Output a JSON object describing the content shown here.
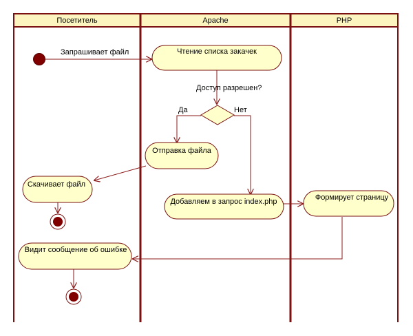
{
  "colors": {
    "lane_border": "#7a1010",
    "header_fill": "#fdf5c0",
    "node_fill": "#ffffcc",
    "node_stroke": "#7a1010",
    "edge": "#8b1a1a",
    "initial_fill": "#800000"
  },
  "lanes": [
    {
      "id": "visitor",
      "label": "Посетитель"
    },
    {
      "id": "apache",
      "label": "Apache"
    },
    {
      "id": "php",
      "label": "PHP"
    }
  ],
  "nodes": {
    "read_list": "Чтение списка закачек",
    "send_file": "Отправка файла",
    "add_to_request": "Добавляем в запрос index.php",
    "build_page": "Формирует страницу",
    "download_file": "Скачивает файл",
    "see_error": "Видит сообщение об ошибке"
  },
  "edges": {
    "request_file": "Запрашивает файл",
    "access_granted": "Доступ разрешен?",
    "yes": "Да",
    "no": "Нет"
  }
}
